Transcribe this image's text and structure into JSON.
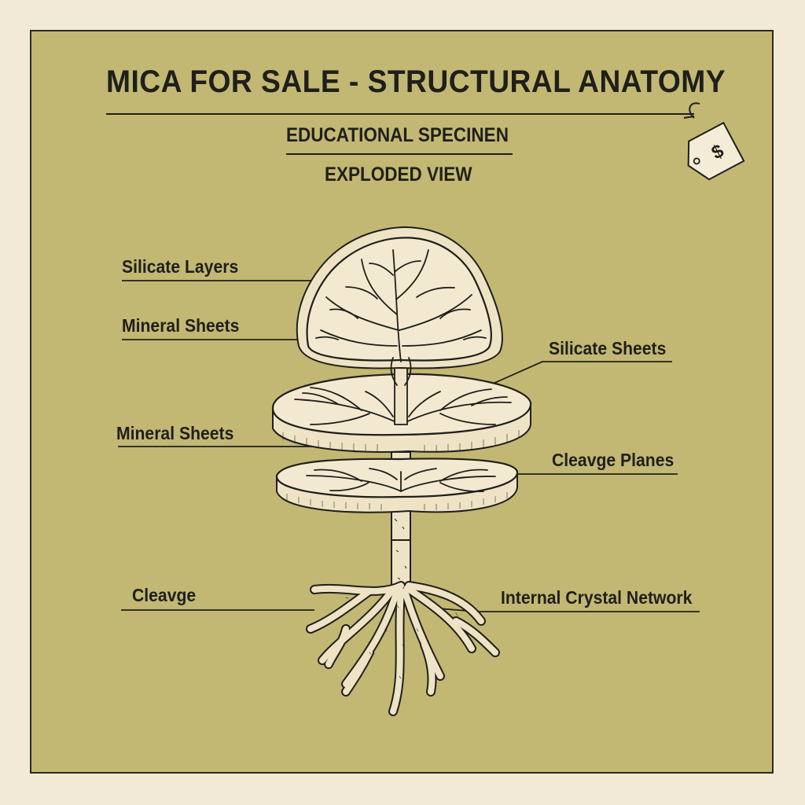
{
  "header": {
    "title": "MICA FOR SALE - STRUCTURAL ANATOMY",
    "subtitle": "EDUCATIONAL SPECINEN",
    "view": "EXPLODED VIEW",
    "price_tag_symbol": "$"
  },
  "labels": {
    "silicate_layers": "Silicate Layers",
    "mineral_sheets_top": "Mineral Sheets",
    "silicate_sheets": "Silicate Sheets",
    "mineral_sheets_mid": "Mineral Sheets",
    "cleavge_planes": "Cleavge Planes",
    "cleavge": "Cleavge",
    "internal_crystal_network": "Internal Crystal Network"
  },
  "icons": {
    "price_tag": "price-tag-icon"
  },
  "colors": {
    "page_background": "#f2ead6",
    "panel_background": "#c2b873",
    "ink": "#1f1f1a",
    "specimen_fill": "#efe3c6"
  }
}
